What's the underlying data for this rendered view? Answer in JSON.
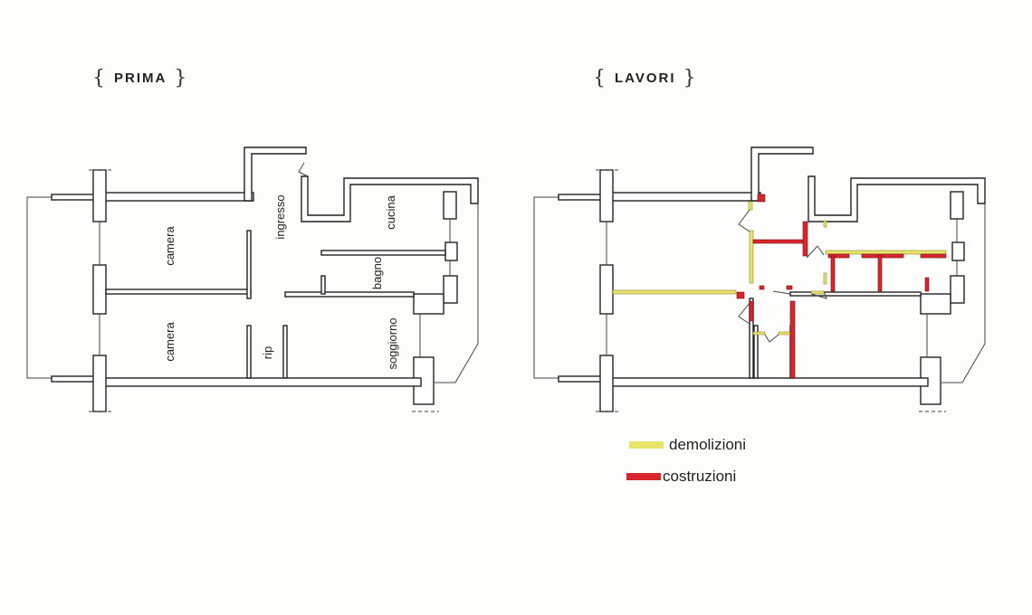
{
  "titles": {
    "before": "PRIMA",
    "works": "LAVORI",
    "brace_open": "{",
    "brace_close": "}"
  },
  "rooms": {
    "camera_top": "camera",
    "camera_bottom": "camera",
    "ingresso": "ingresso",
    "cucina": "cucina",
    "bagno": "bagno",
    "soggiorno": "soggiorno",
    "rip": "rip"
  },
  "legend": [
    {
      "label": "demolizioni",
      "color": "#e9e36a"
    },
    {
      "label": "costruzioni",
      "color": "#d9252c"
    }
  ]
}
